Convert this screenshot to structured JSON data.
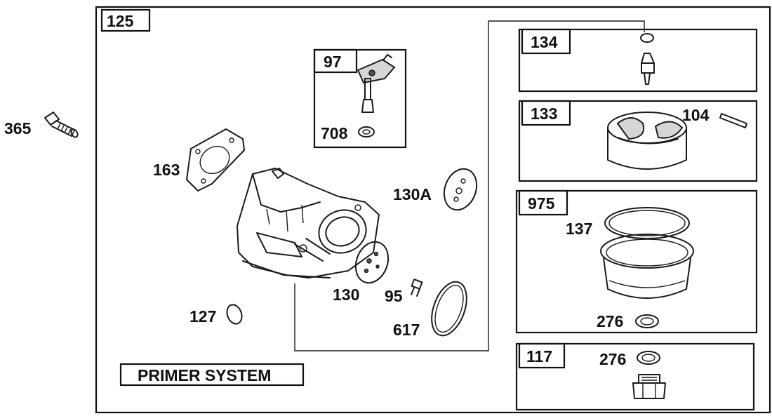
{
  "main_box": {
    "number": "125"
  },
  "outside_part": {
    "number": "365"
  },
  "primer_system": {
    "label": "PRIMER SYSTEM"
  },
  "parts": {
    "p97": "97",
    "p708": "708",
    "p163": "163",
    "p130a": "130A",
    "p130": "130",
    "p95": "95",
    "p127": "127",
    "p617": "617"
  },
  "kits": {
    "k134": {
      "number": "134"
    },
    "k133": {
      "number": "133",
      "part": "104"
    },
    "k975": {
      "number": "975",
      "part_a": "137",
      "part_b": "276"
    },
    "k117": {
      "number": "117",
      "part": "276"
    }
  },
  "colors": {
    "ink": "#111111",
    "paper": "#ffffff"
  }
}
